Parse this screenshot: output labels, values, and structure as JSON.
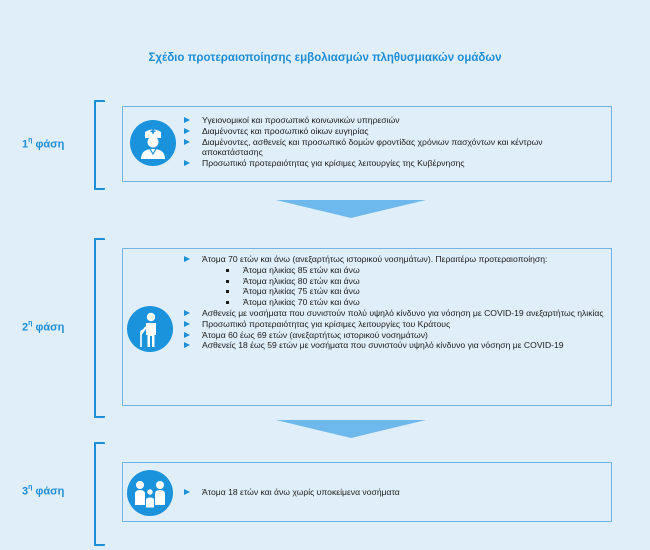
{
  "title": "Σχέδιο προτεραιοποίησης εμβολιασμών πληθυσμιακών ομάδων",
  "colors": {
    "accent": "#1e8ed6",
    "icon_bg": "#1a92dc",
    "arrow": "#6db8ec",
    "background": "#dfeef9"
  },
  "phases": [
    {
      "number": "1",
      "superscript": "η",
      "word": "φάση",
      "icon": "nurse-icon",
      "items": [
        {
          "text": "Υγειονομικοί και προσωπικό κοινωνικών υπηρεσιών"
        },
        {
          "text": "Διαμένοντες και προσωπικό οίκων ευγηρίας"
        },
        {
          "text": "Διαμένοντες, ασθενείς και προσωπικό δομών φροντίδας χρόνιων πασχόντων και κέντρων αποκατάστασης"
        },
        {
          "text": "Προσωπικό προτεραιότητας για κρίσιμες λειτουργίες της Κυβέρνησης"
        }
      ]
    },
    {
      "number": "2",
      "superscript": "η",
      "word": "φάση",
      "icon": "elderly-person-icon",
      "items": [
        {
          "text": "Άτομα 70 ετών και άνω (ανεξαρτήτως ιστορικού νοσημάτων). Περαιτέρω προτεραιοποίηση:",
          "sub": [
            "Άτομα ηλικίας 85 ετών και άνω",
            "Άτομα ηλικίας 80 ετών και άνω",
            "Άτομα ηλικίας 75 ετών και άνω",
            "Άτομα ηλικίας 70 ετών και άνω"
          ]
        },
        {
          "text": "Ασθενείς με νοσήματα που συνιστούν πολύ υψηλό κίνδυνο για νόσηση με COVID-19 ανεξαρτήτως ηλικίας"
        },
        {
          "text": "Προσωπικό προτεραιότητας για κρίσιμες λειτουργίες του Κράτους"
        },
        {
          "text": "Άτομα 60 έως 69 ετών (ανεξαρτήτως ιστορικού νοσημάτων)"
        },
        {
          "text": "Ασθενείς 18 έως 59 ετών με νοσήματα που συνιστούν υψηλό κίνδυνο για νόσηση με COVID-19"
        }
      ]
    },
    {
      "number": "3",
      "superscript": "η",
      "word": "φάση",
      "icon": "family-icon",
      "items": [
        {
          "text": "Άτομα 18 ετών και άνω χωρίς υποκείμενα νοσήματα"
        }
      ]
    }
  ]
}
